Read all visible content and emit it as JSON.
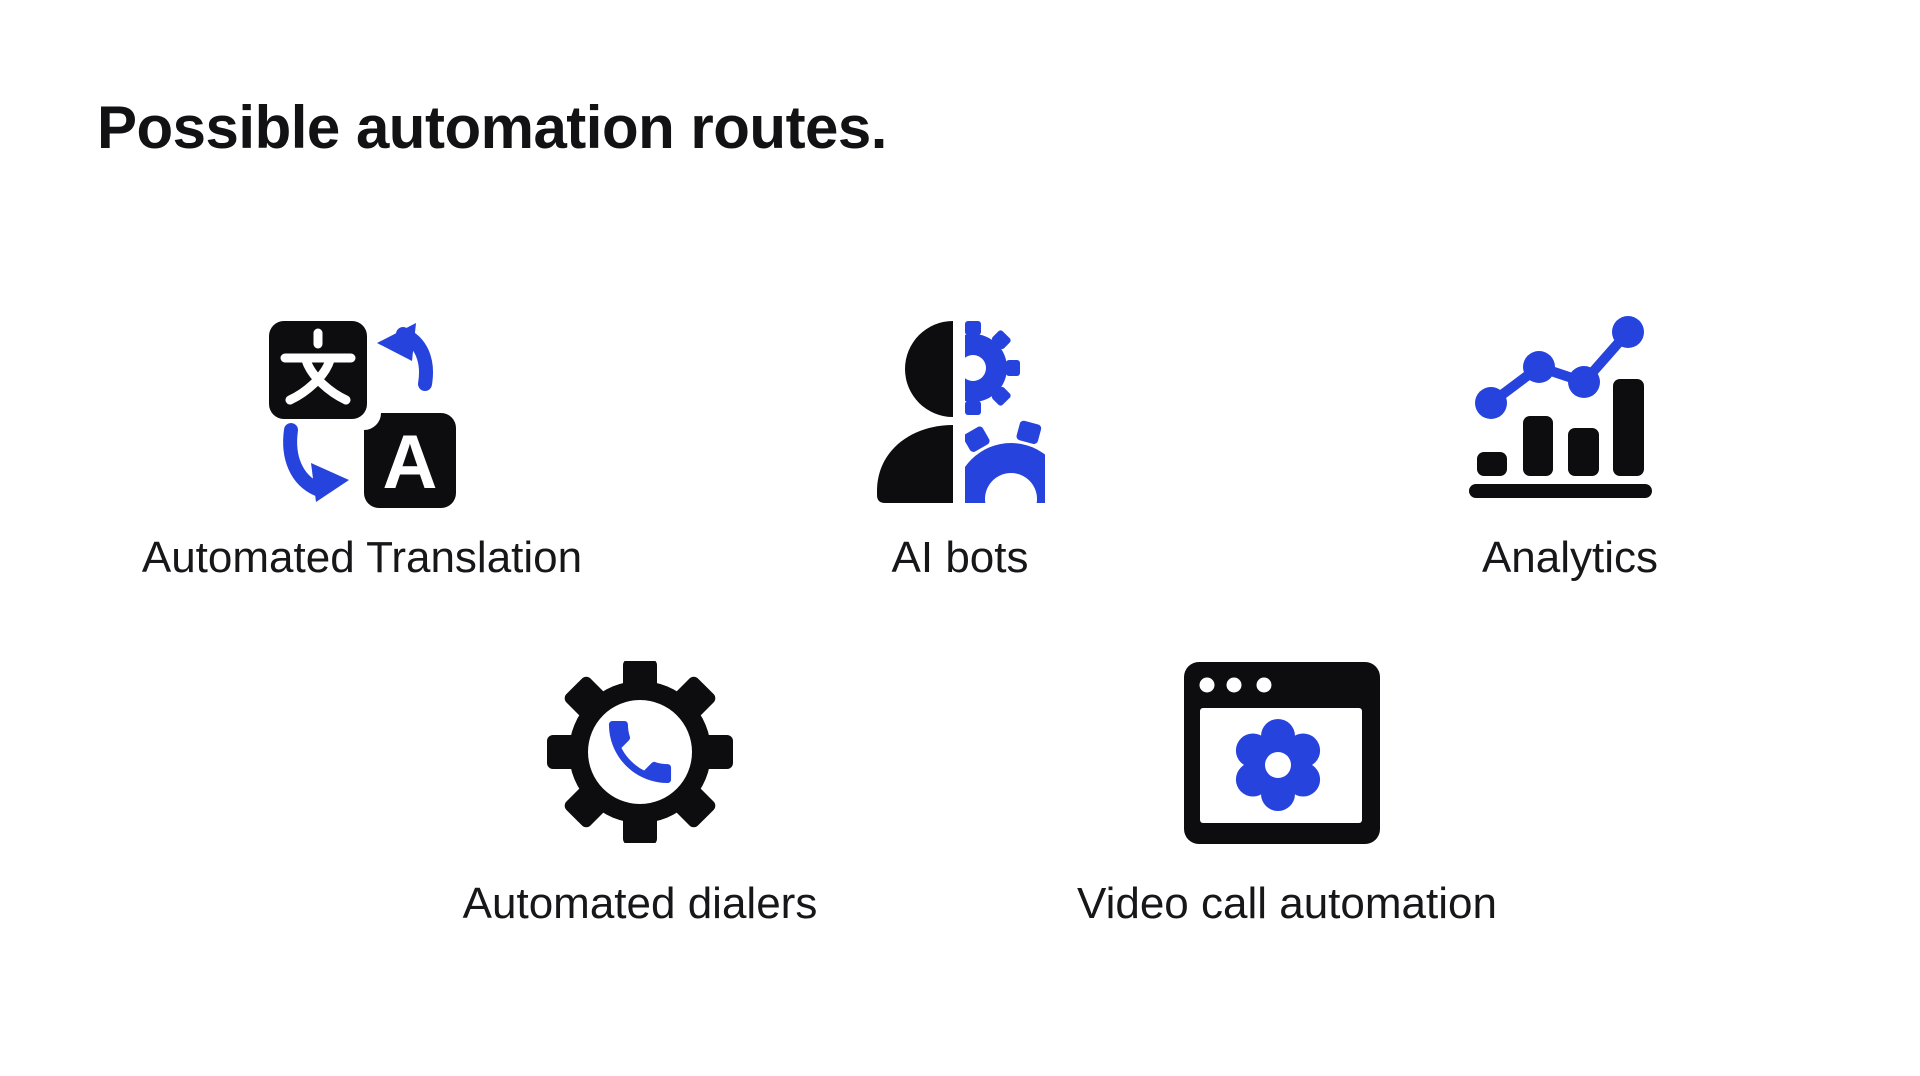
{
  "title": "Possible automation routes.",
  "colors": {
    "background": "#ffffff",
    "icon_black": "#0d0d0f",
    "accent_blue": "#2743dd",
    "label_text": "#17171a"
  },
  "routes": [
    {
      "label": "Automated Translation",
      "icon": "translation-icon"
    },
    {
      "label": "AI bots",
      "icon": "human-robot-gears-icon"
    },
    {
      "label": "Analytics",
      "icon": "bar-chart-trend-icon"
    },
    {
      "label": "Automated dialers",
      "icon": "gear-phone-icon"
    },
    {
      "label": "Video call automation",
      "icon": "browser-window-gear-icon"
    }
  ],
  "icons": {
    "translation": {
      "letter_latin": "A"
    }
  }
}
